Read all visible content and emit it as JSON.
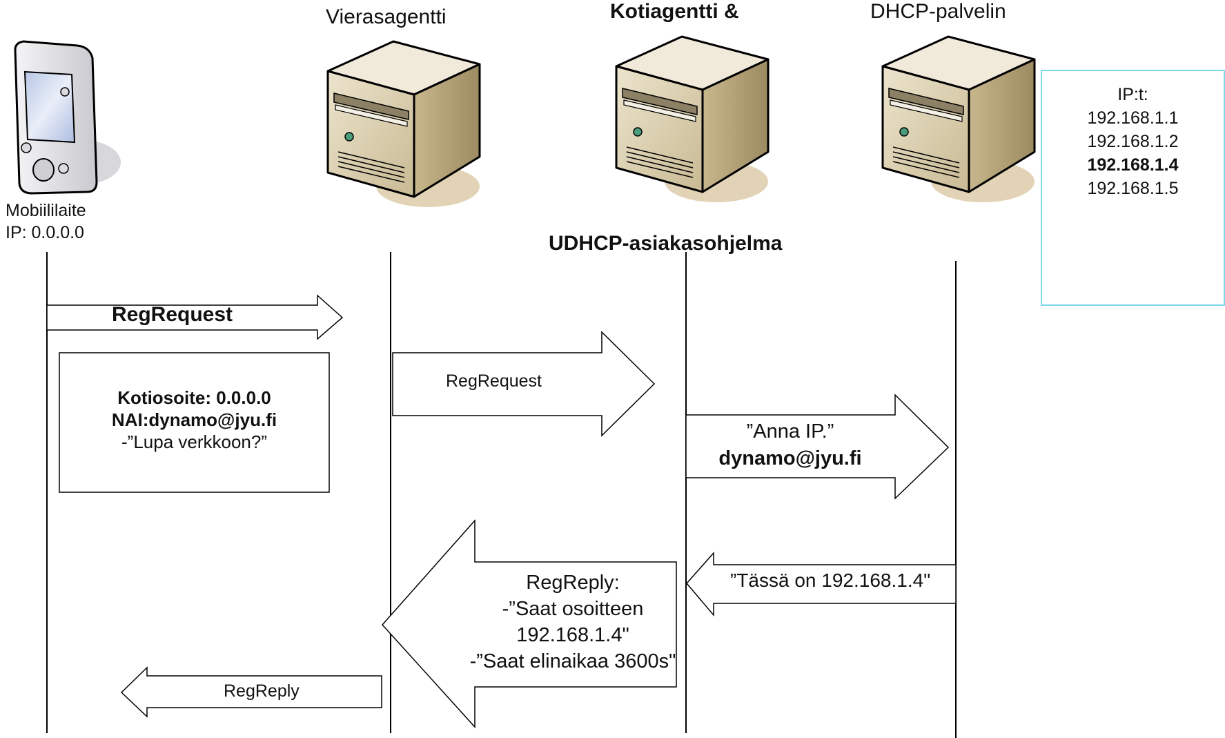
{
  "actors": {
    "mobile": {
      "name": "Mobiililaite",
      "ip": "IP: 0.0.0.0"
    },
    "foreign_agent": {
      "name": "Vierasagentti"
    },
    "home_agent": {
      "name": "Kotiagentti &",
      "subtitle": "UDHCP-asiakasohjelma"
    },
    "dhcp": {
      "name": "DHCP-palvelin"
    }
  },
  "ip_pool": {
    "title": "IP:t:",
    "addresses": [
      "192.168.1.1",
      "192.168.1.2",
      "192.168.1.4",
      "192.168.1.5"
    ],
    "highlighted": "192.168.1.4",
    "border_color": "#7fd8ee"
  },
  "messages": {
    "reg_request_1": "RegRequest",
    "info_box": {
      "line1": "Kotiosoite: 0.0.0.0",
      "line2": "NAI:dynamo@jyu.fi",
      "line3": "-”Lupa verkkoon?”"
    },
    "reg_request_2": "RegRequest",
    "ip_request": {
      "line1": "”Anna IP.”",
      "line2": "dynamo@jyu.fi"
    },
    "dhcp_reply": "”Tässä on 192.168.1.4\"",
    "reg_reply_big": {
      "line1": "RegReply:",
      "line2": "-”Saat osoitteen",
      "line3": "192.168.1.4\"",
      "line4": "-”Saat elinaikaa 3600s\""
    },
    "reg_reply_small": "RegReply"
  },
  "colors": {
    "server_front": "#ddd2b3",
    "server_side": "#b9a77c",
    "server_top": "#efe7d2",
    "shadow": "#e2d3b6"
  }
}
